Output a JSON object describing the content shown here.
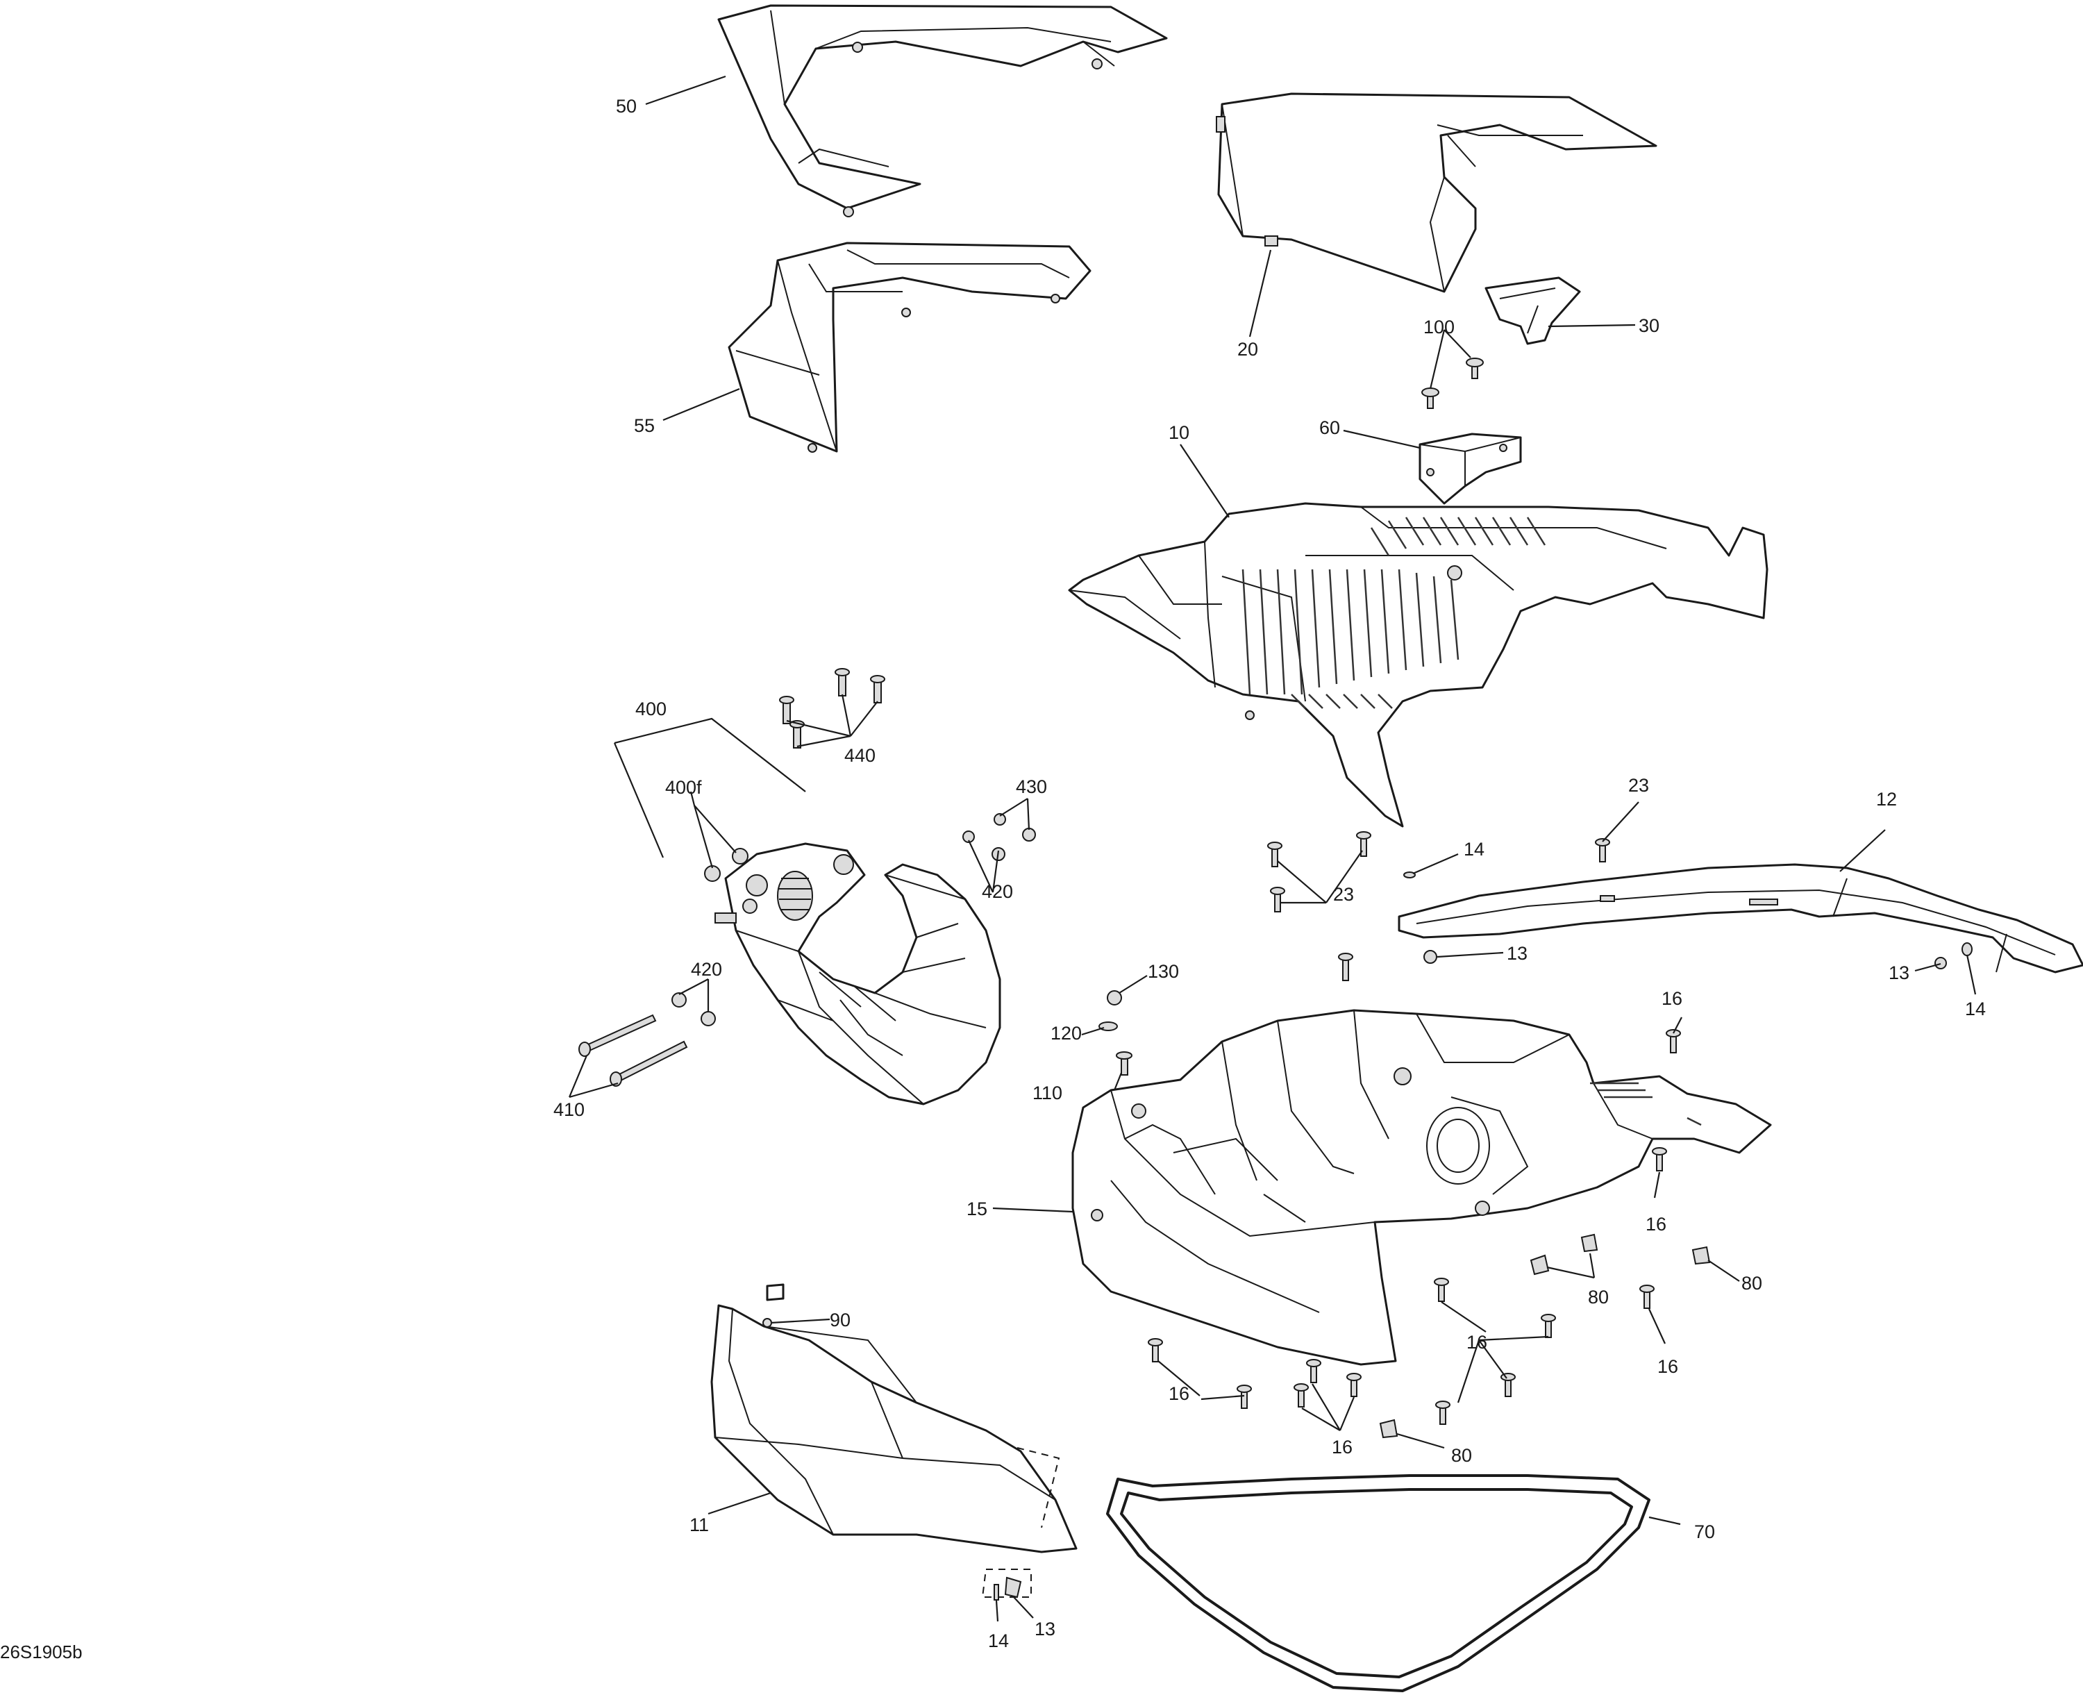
{
  "diagram": {
    "reference_code": "26S1905b",
    "callouts": {
      "c50": "50",
      "c55": "55",
      "c20": "20",
      "c30": "30",
      "c100": "100",
      "c60": "60",
      "c10": "10",
      "c400": "400",
      "c440": "440",
      "c400f": "400f",
      "c430": "430",
      "c420a": "420",
      "c420b": "420",
      "c410": "410",
      "c23a": "23",
      "c23b": "23",
      "c12": "12",
      "c14a": "14",
      "c13a": "13",
      "c13b": "13",
      "c14b": "14",
      "c130": "130",
      "c120": "120",
      "c110": "110",
      "c16a": "16",
      "c16b": "16",
      "c15": "15",
      "c80a": "80",
      "c80b": "80",
      "c16c": "16",
      "c90": "90",
      "c16d": "16",
      "c16e": "16",
      "c16f": "16",
      "c80c": "80",
      "c11": "11",
      "c70": "70",
      "c14c": "14",
      "c13c": "13"
    }
  }
}
